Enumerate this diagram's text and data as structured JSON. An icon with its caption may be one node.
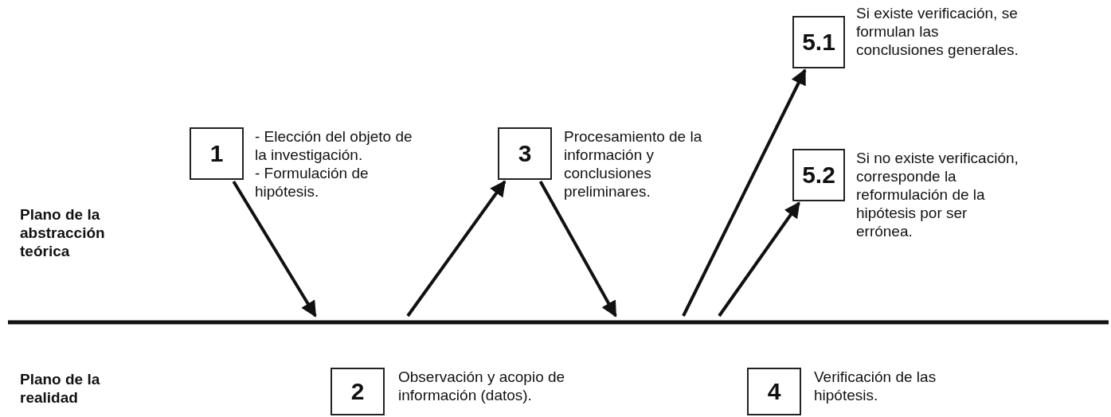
{
  "diagram": {
    "nodes": [
      {
        "text": [
          "5.1"
        ],
        "beside": [
          "Si existe verificación, se formulan las conclusiones generales."
        ]
      },
      {
        "text": [
          "1"
        ],
        "beside": [
          "- Elección del objeto de la investigación.",
          "- Formulación de hipótesis."
        ]
      },
      {
        "text": [
          "3"
        ],
        "beside": [
          "Procesamiento de la información y conclusiones preliminares."
        ]
      },
      {
        "text": [
          "5.2"
        ],
        "beside": [
          "Si no existe verificación, corresponde la reformulación de la hipótesis por ser errónea."
        ]
      },
      {
        "text": [
          "2"
        ],
        "beside": [
          "Observación y acopio de información (datos)."
        ]
      },
      {
        "text": [
          "4"
        ],
        "beside": [
          "Verificación de las hipótesis."
        ]
      }
    ],
    "edges": [
      {
        "from": 1,
        "to": null,
        "arrow": "to"
      },
      {
        "from": null,
        "to": 2,
        "arrow": "to"
      },
      {
        "from": 2,
        "to": null,
        "arrow": "to"
      },
      {
        "from": null,
        "to": 0,
        "arrow": "to"
      },
      {
        "from": null,
        "to": 3,
        "arrow": "to"
      }
    ],
    "labels": [
      "Plano de la abstracción teórica",
      "Plano de la realidad"
    ]
  }
}
